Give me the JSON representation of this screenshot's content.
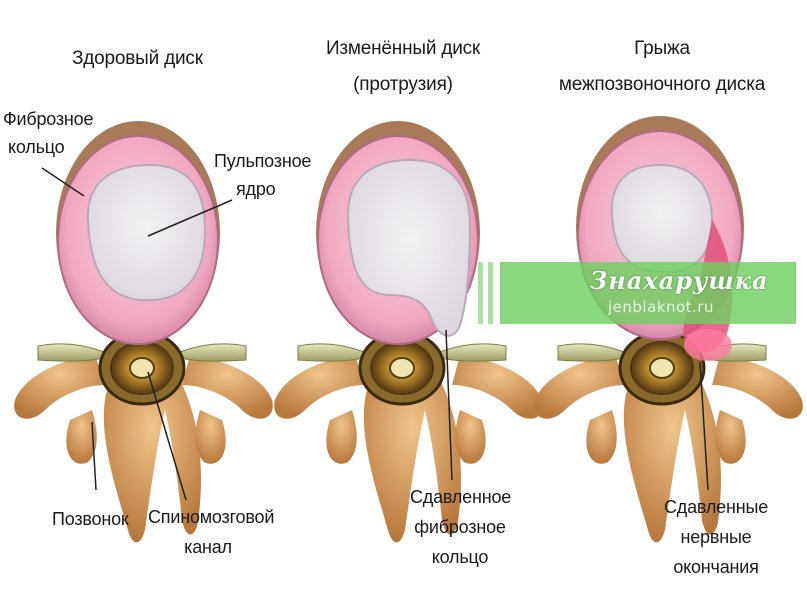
{
  "titles": {
    "healthy": "Здоровый диск",
    "changed_line1": "Изменённый диск",
    "changed_line2": "(протрузия)",
    "hernia_line1": "Грыжа",
    "hernia_line2": "межпозвоночного диска"
  },
  "labels": {
    "fibrous_ring_line1": "Фиброзное",
    "fibrous_ring_line2": "кольцо",
    "nucleus_line1": "Пульпозное",
    "nucleus_line2": "ядро",
    "vertebra": "Позвонок",
    "spinal_canal_line1": "Спиномозговой",
    "spinal_canal_line2": "канал",
    "compressed_ring_line1": "Сдавленное",
    "compressed_ring_line2": "фиброзное",
    "compressed_ring_line3": "кольцо",
    "compressed_nerves_line1": "Сдавленные",
    "compressed_nerves_line2": "нервные",
    "compressed_nerves_line3": "окончания"
  },
  "watermark": {
    "title": "Знахарушка",
    "url": "jenblaknot.ru"
  },
  "colors": {
    "ring_pink": "#f1a9c0",
    "nucleus": "#ece9ee",
    "disc_edge": "#b98a6a",
    "bone": "#d9a063",
    "nerve": "#c9c994",
    "cord": "#6b4a1f",
    "inflamed": "#e0507a",
    "watermark_green": "#6fcf60"
  }
}
